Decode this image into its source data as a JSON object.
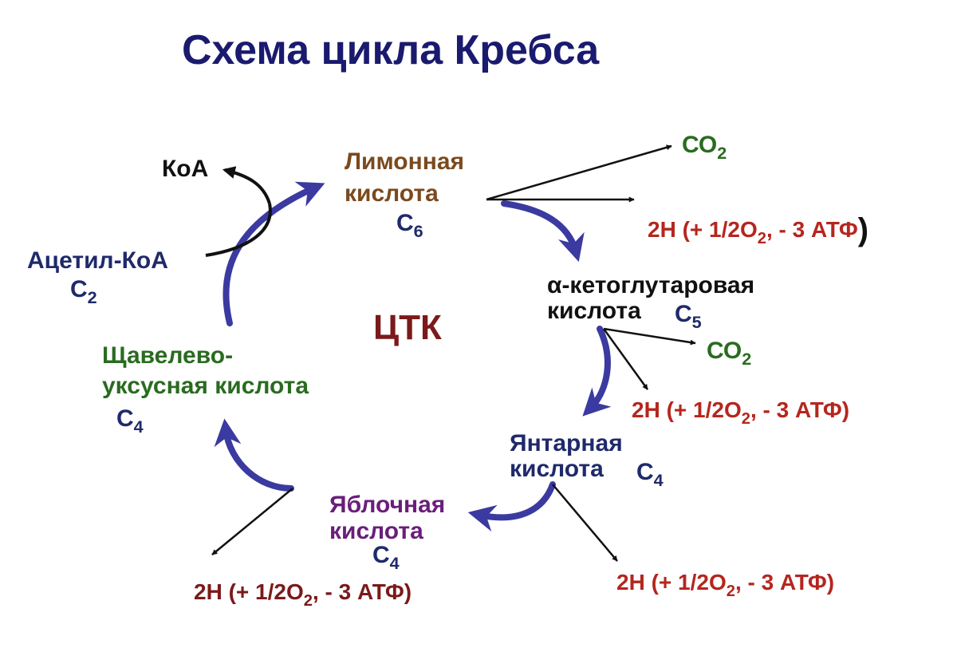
{
  "title": "Схема  цикла Кребса",
  "center_label": "ЦТК",
  "colors": {
    "cycle_arrow": "#3a3aa0",
    "side_arrow": "#111111",
    "title": "#1a1a6e",
    "energy": "#b5261e"
  },
  "nodes": {
    "citric": {
      "line1": "Лимонная",
      "line2": "кислота",
      "carbon": "С",
      "carbon_sub": "6"
    },
    "ketoglutaric": {
      "line1": "α-кетоглутаровая",
      "line2": "кислота",
      "carbon": "С",
      "carbon_sub": "5"
    },
    "succinic": {
      "line1": "Янтарная",
      "line2": "кислота",
      "carbon": "С",
      "carbon_sub": "4"
    },
    "malic": {
      "line1": "Яблочная",
      "line2": "кислота",
      "carbon": "С",
      "carbon_sub": "4"
    },
    "oxaloacetic": {
      "line1": "Щавелево-",
      "line2": "уксусная кислота",
      "carbon": "С",
      "carbon_sub": "4"
    },
    "acetyl_coa": {
      "line1": "Ацетил-КоА",
      "carbon": "С",
      "carbon_sub": "2"
    },
    "coa": {
      "label": "КоА"
    }
  },
  "products": {
    "co2_1": {
      "main": "СО",
      "sub": "2"
    },
    "co2_2": {
      "main": "СО",
      "sub": "2"
    },
    "energy_citric": {
      "pre": "2Н (+ 1/2О",
      "sub": "2",
      "post": ", - 3 АТФ",
      "close": ")"
    },
    "energy_ketoglutaric": {
      "pre": "2Н (+ 1/2О",
      "sub": "2",
      "post": ", - 3 АТФ)"
    },
    "energy_succinic": {
      "pre": "2Н (+ 1/2О",
      "sub": "2",
      "post": ", - 3 АТФ)"
    },
    "energy_malic": {
      "pre": "2Н (+ 1/2О",
      "sub": "2",
      "post": ", - 3 АТФ)"
    }
  }
}
